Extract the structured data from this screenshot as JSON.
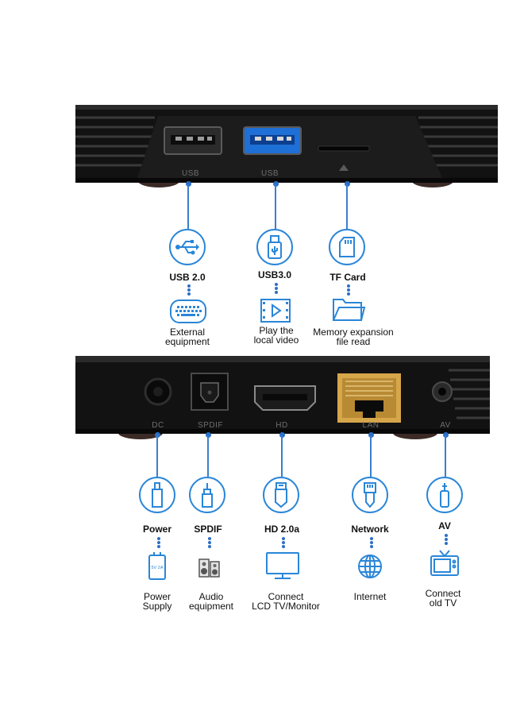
{
  "top_device": {
    "port_labels": [
      "USB",
      "USB",
      ""
    ],
    "features": [
      {
        "title": "USB 2.0",
        "icon": "usb-icon",
        "description": "External\nequipment",
        "description_icon": "keyboard-icon"
      },
      {
        "title": "USB3.0",
        "icon": "usb-stick-icon",
        "description": "Play the\nlocal video",
        "description_icon": "video-icon"
      },
      {
        "title": "TF Card",
        "icon": "sd-card-icon",
        "description": "Memory expansion\nfile read",
        "description_icon": "folder-icon"
      }
    ]
  },
  "bottom_device": {
    "port_labels": [
      "DC",
      "SPDIF",
      "HD",
      "LAN",
      "AV"
    ],
    "features": [
      {
        "title": "Power",
        "icon": "power-plug-icon",
        "description": "Power\nSupply",
        "description_icon": "adapter-icon",
        "adapter_text": "5V 2A"
      },
      {
        "title": "SPDIF",
        "icon": "optical-plug-icon",
        "description": "Audio\nequipment",
        "description_icon": "speakers-icon"
      },
      {
        "title": "HD  2.0a",
        "icon": "hdmi-plug-icon",
        "description": "Connect\nLCD TV/Monitor",
        "description_icon": "monitor-icon"
      },
      {
        "title": "Network",
        "icon": "rj45-plug-icon",
        "description": "Internet",
        "description_icon": "globe-icon"
      },
      {
        "title": "AV",
        "icon": "audio-jack-icon",
        "description": "Connect\nold TV",
        "description_icon": "tv-icon"
      }
    ]
  },
  "colors": {
    "accent_blue": "#2a86d8",
    "device_body": "#141414",
    "usb3_blue": "#1e6fd6",
    "lan_amber": "#d6a64a"
  }
}
